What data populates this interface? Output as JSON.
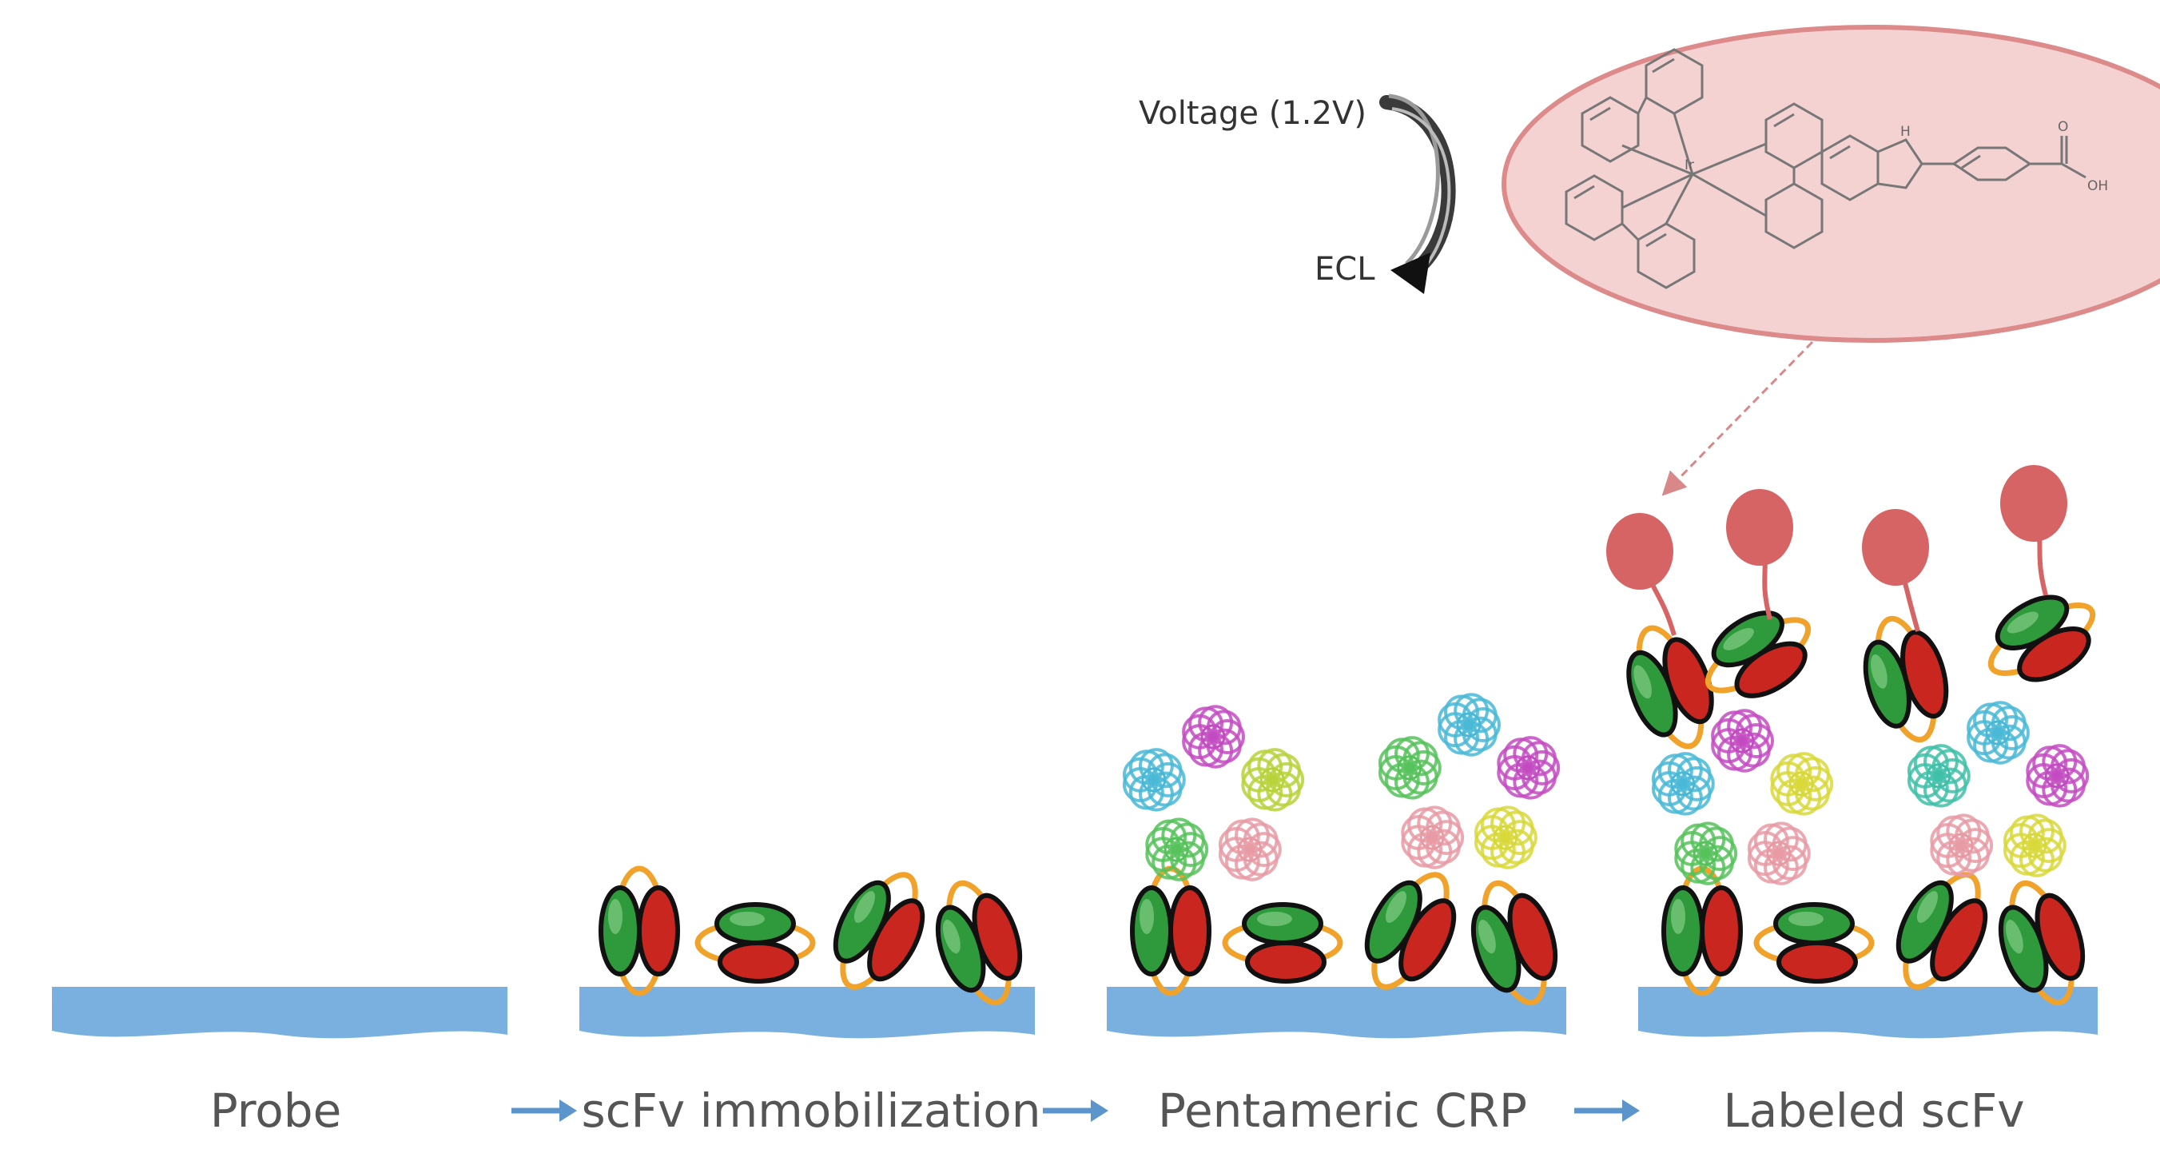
{
  "steps": [
    {
      "label": "Probe"
    },
    {
      "label": "scFv immobilization"
    },
    {
      "label": "Pentameric CRP"
    },
    {
      "label": "Labeled scFv"
    }
  ],
  "inset": {
    "voltage_label": "Voltage (1.2V)",
    "ecl_label": "ECL",
    "chem_atoms": {
      "nh": "H",
      "carbonyl_o": "O",
      "hydroxyl": "OH",
      "metal": "Ir"
    }
  },
  "colors": {
    "surface": "#7ab0e0",
    "surface_shadow": "#5b95cc",
    "heavy_chain": "#2e9a3c",
    "light_chain": "#c8261e",
    "linker": "#f0a22a",
    "label_bead": "#d66464",
    "inset_fill": "#f4d2d2",
    "inset_stroke": "#dc8a8a",
    "arrow": "#5b95cc"
  },
  "icons": {
    "step_arrow": "right-arrow-icon",
    "curved_arrow": "curved-arrow-icon",
    "molecule": "iridium-complex-structure"
  }
}
